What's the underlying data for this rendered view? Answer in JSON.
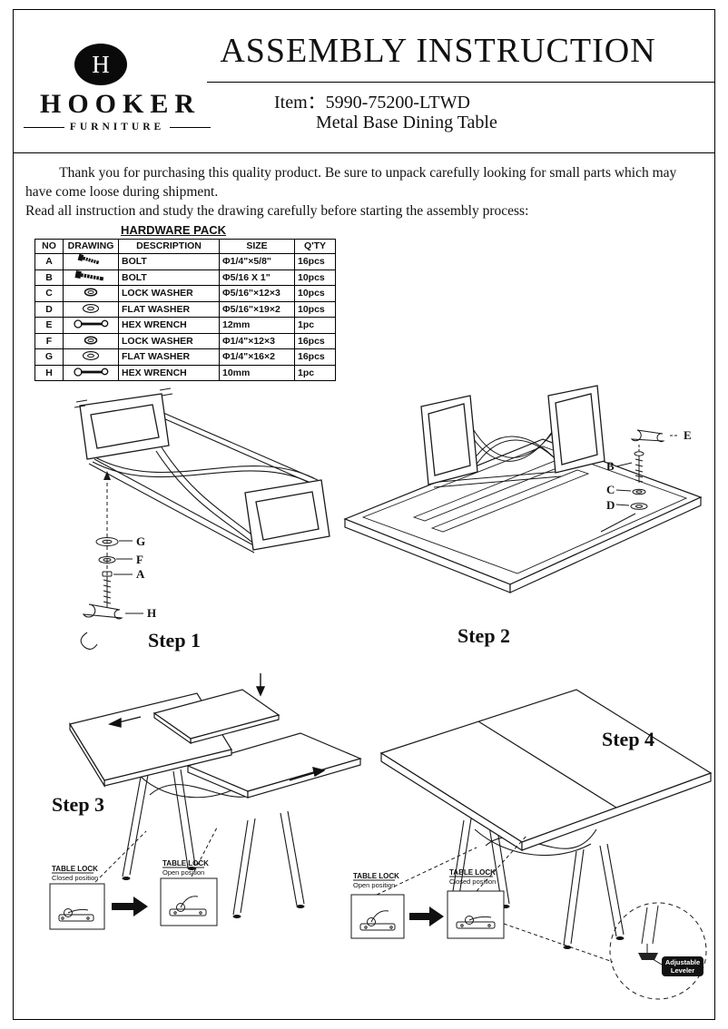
{
  "header": {
    "title": "ASSEMBLY INSTRUCTION",
    "brand": {
      "logo_letter": "H",
      "name": "HOOKER",
      "subtitle": "FURNITURE"
    },
    "item_label": "Item：",
    "item_number": "5990-75200-LTWD",
    "item_name": "Metal Base Dining Table"
  },
  "intro": {
    "para1": "Thank you for purchasing this quality product. Be sure to unpack carefully looking for small parts which may have come loose during shipment.",
    "para2": "Read all instruction and study the drawing carefully before starting the assembly process:"
  },
  "hardware": {
    "title": "HARDWARE PACK",
    "columns": [
      "NO",
      "DRAWING",
      "DESCRIPTION",
      "SIZE",
      "Q'TY"
    ],
    "rows": [
      {
        "no": "A",
        "icon": "bolt-icon",
        "description": "BOLT",
        "size": "Φ1/4\"×5/8\"",
        "qty": "16pcs"
      },
      {
        "no": "B",
        "icon": "bolt-icon",
        "description": "BOLT",
        "size": "Φ5/16 X 1\"",
        "qty": "10pcs"
      },
      {
        "no": "C",
        "icon": "lock-washer-icon",
        "description": "LOCK WASHER",
        "size": "Φ5/16\"×12×3",
        "qty": "10pcs"
      },
      {
        "no": "D",
        "icon": "flat-washer-icon",
        "description": "FLAT WASHER",
        "size": "Φ5/16\"×19×2",
        "qty": "10pcs"
      },
      {
        "no": "E",
        "icon": "hex-wrench-icon",
        "description": "HEX WRENCH",
        "size": "12mm",
        "qty": "1pc"
      },
      {
        "no": "F",
        "icon": "lock-washer-icon",
        "description": "LOCK WASHER",
        "size": "Φ1/4\"×12×3",
        "qty": "16pcs"
      },
      {
        "no": "G",
        "icon": "flat-washer-icon",
        "description": "FLAT WASHER",
        "size": "Φ1/4\"×16×2",
        "qty": "16pcs"
      },
      {
        "no": "H",
        "icon": "hex-wrench-icon",
        "description": "HEX WRENCH",
        "size": "10mm",
        "qty": "1pc"
      }
    ]
  },
  "steps": {
    "s1": "Step 1",
    "s2": "Step 2",
    "s3": "Step 3",
    "s4": "Step 4"
  },
  "table_locks": {
    "step3": [
      {
        "title": "TABLE LOCK",
        "position": "Closed position"
      },
      {
        "title": "TABLE LOCK",
        "position": "Open position"
      }
    ],
    "step4": [
      {
        "title": "TABLE LOCK",
        "position": "Open position"
      },
      {
        "title": "TABLE LOCK",
        "position": "Closed position"
      }
    ]
  },
  "leveler": {
    "line1": "Adjustable",
    "line2": "Leveler"
  }
}
